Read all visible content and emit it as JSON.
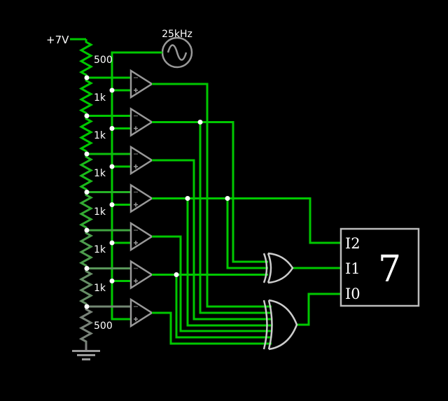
{
  "app": {
    "name": "circuit-simulator-canvas"
  },
  "supply": {
    "label": "+7V"
  },
  "source": {
    "label": "25kHz",
    "type": "ac-sine"
  },
  "ladder": {
    "resistors": [
      {
        "label": "500",
        "color": "#00c800"
      },
      {
        "label": "1k",
        "color": "#00c800"
      },
      {
        "label": "1k",
        "color": "#00c800"
      },
      {
        "label": "1k",
        "color": "#1aba1a"
      },
      {
        "label": "1k",
        "color": "#33ab33"
      },
      {
        "label": "1k",
        "color": "#4d9d4d"
      },
      {
        "label": "1k",
        "color": "#668e66"
      },
      {
        "label": "500",
        "color": "#798379"
      }
    ],
    "tap_colors": [
      "#00c800",
      "#00c800",
      "#0dc10d",
      "#26b226",
      "#40a440",
      "#5a965a",
      "#738773"
    ]
  },
  "display": {
    "value": "7",
    "inputs": [
      "I2",
      "I1",
      "I0"
    ]
  },
  "colors": {
    "background": "#000000",
    "wire_high": "#00c800",
    "wire_neutral": "#808080",
    "component_stroke": "#999999",
    "gate_stroke": "#cccccc",
    "box_stroke": "#bbbbbb",
    "junction_dot": "#ffffff",
    "text": "#ffffff"
  }
}
